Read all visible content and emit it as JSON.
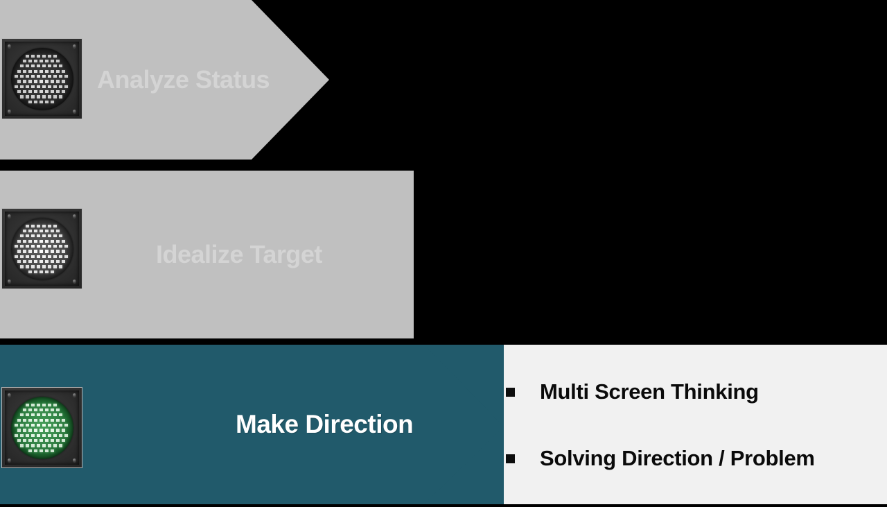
{
  "slide": {
    "title_flow": "Analyze Status / Idealize Target / Make Direction",
    "background_color": "#000000"
  },
  "colors": {
    "inactive_arrow": "#c0c0c0",
    "inactive_text": "#d4d4d4",
    "active_arrow": "#215a6b",
    "active_text": "#ffffff",
    "panel_background": "#f1f1f1",
    "bullet_text": "#0a0a0a",
    "led_green": "#1f6f33"
  },
  "steps": [
    {
      "id": "analyze-status",
      "label": "Analyze Status",
      "state": "inactive",
      "indicator": "traffic-light-off-icon"
    },
    {
      "id": "idealize-target",
      "label": "Idealize Target",
      "state": "inactive",
      "indicator": "traffic-light-dim-icon"
    },
    {
      "id": "make-direction",
      "label": "Make Direction",
      "state": "active",
      "indicator": "traffic-light-green-icon"
    }
  ],
  "content_panel": {
    "bullets": [
      {
        "marker": "square-bullet",
        "text": "Multi Screen Thinking"
      },
      {
        "marker": "square-bullet",
        "text": "Solving Direction / Problem"
      }
    ]
  }
}
